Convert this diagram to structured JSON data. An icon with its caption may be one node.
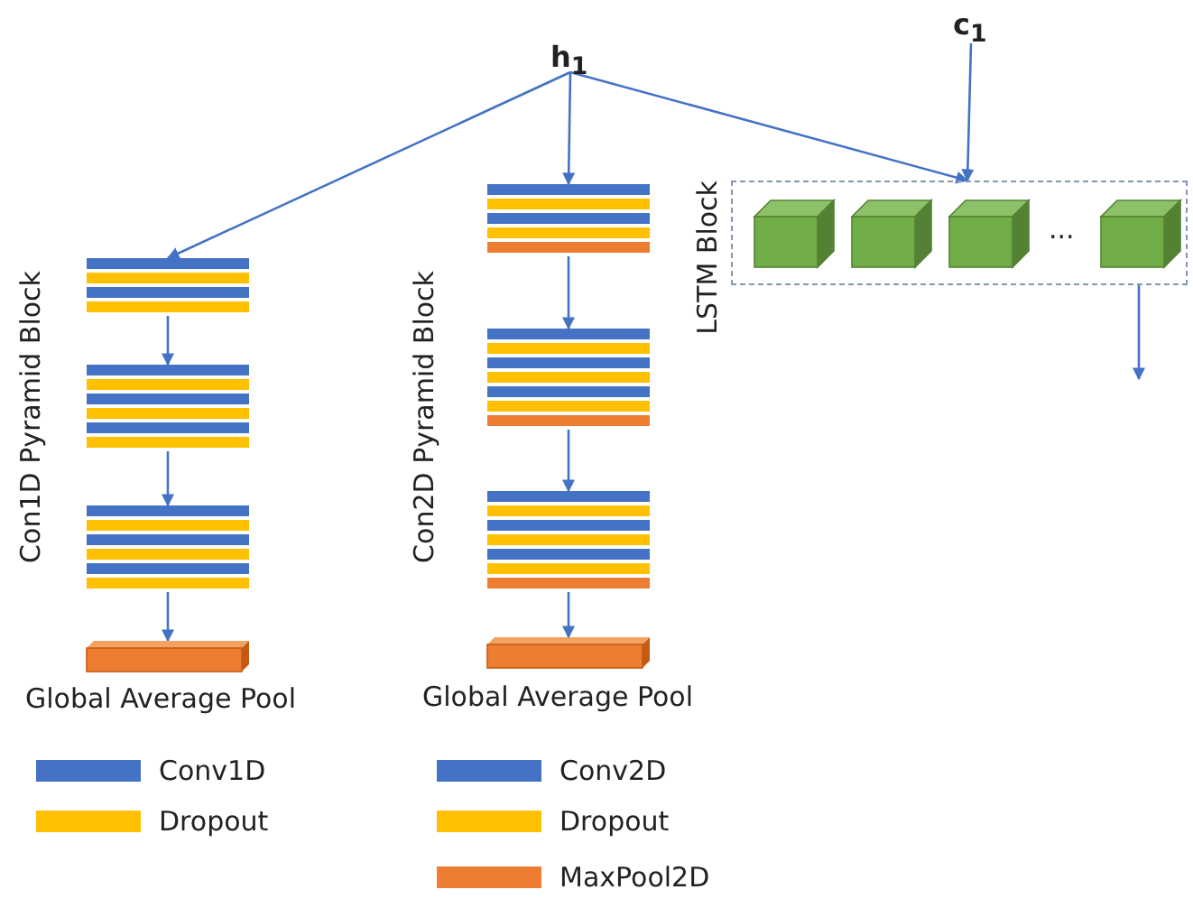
{
  "diagram": {
    "nodes": [
      {
        "text": [
          "h$_{1}$"
        ]
      },
      {
        "text": [
          "c$_{1}$"
        ]
      },
      {
        "text": [],
        "shape": "bar"
      },
      {
        "text": [],
        "shape": "bar"
      },
      {
        "text": [],
        "shape": "bar"
      },
      {
        "text": [],
        "shape": "bar",
        "beside": [
          "Global Average Pool"
        ]
      },
      {
        "text": [],
        "shape": "bar"
      },
      {
        "text": [],
        "shape": "bar"
      },
      {
        "text": [],
        "shape": "bar"
      },
      {
        "text": [],
        "shape": "bar",
        "beside": [
          "Global Average Pool"
        ]
      },
      {
        "text": [
          "LSTM Block"
        ]
      },
      {
        "text": [],
        "shape": "box",
        "in": 10
      },
      {
        "text": [],
        "shape": "box",
        "in": 10
      },
      {
        "text": [],
        "shape": "box",
        "in": 10
      },
      {
        "text": [],
        "shape": "box",
        "in": 10
      }
    ],
    "edges": [
      {
        "from": 0,
        "to": 2,
        "arrow": "to"
      },
      {
        "from": 2,
        "to": 3,
        "arrow": "to"
      },
      {
        "from": 3,
        "to": 4,
        "arrow": "to"
      },
      {
        "from": 4,
        "to": 5,
        "arrow": "to"
      },
      {
        "from": 0,
        "to": 6,
        "arrow": "to"
      },
      {
        "from": 6,
        "to": 7,
        "arrow": "to"
      },
      {
        "from": 7,
        "to": 8,
        "arrow": "to"
      },
      {
        "from": 8,
        "to": 9,
        "arrow": "to"
      },
      {
        "from": 0,
        "to": 10,
        "arrow": "to"
      },
      {
        "from": 1,
        "to": 10,
        "arrow": "to"
      },
      {
        "from": 10,
        "to": null,
        "arrow": "to"
      }
    ],
    "labels": [
      "Con1D Pyramid Block",
      "Con2D Pyramid Block",
      "..."
    ],
    "legend": [
      {
        "text": "Conv1D",
        "color": "#4472c4"
      },
      {
        "text": "Dropout",
        "color": "#ffc000"
      },
      {
        "text": "Conv2D",
        "color": "#4472c4"
      },
      {
        "text": "Dropout",
        "color": "#ffc000"
      },
      {
        "text": "MaxPool2D",
        "color": "#ed7d31"
      }
    ]
  }
}
